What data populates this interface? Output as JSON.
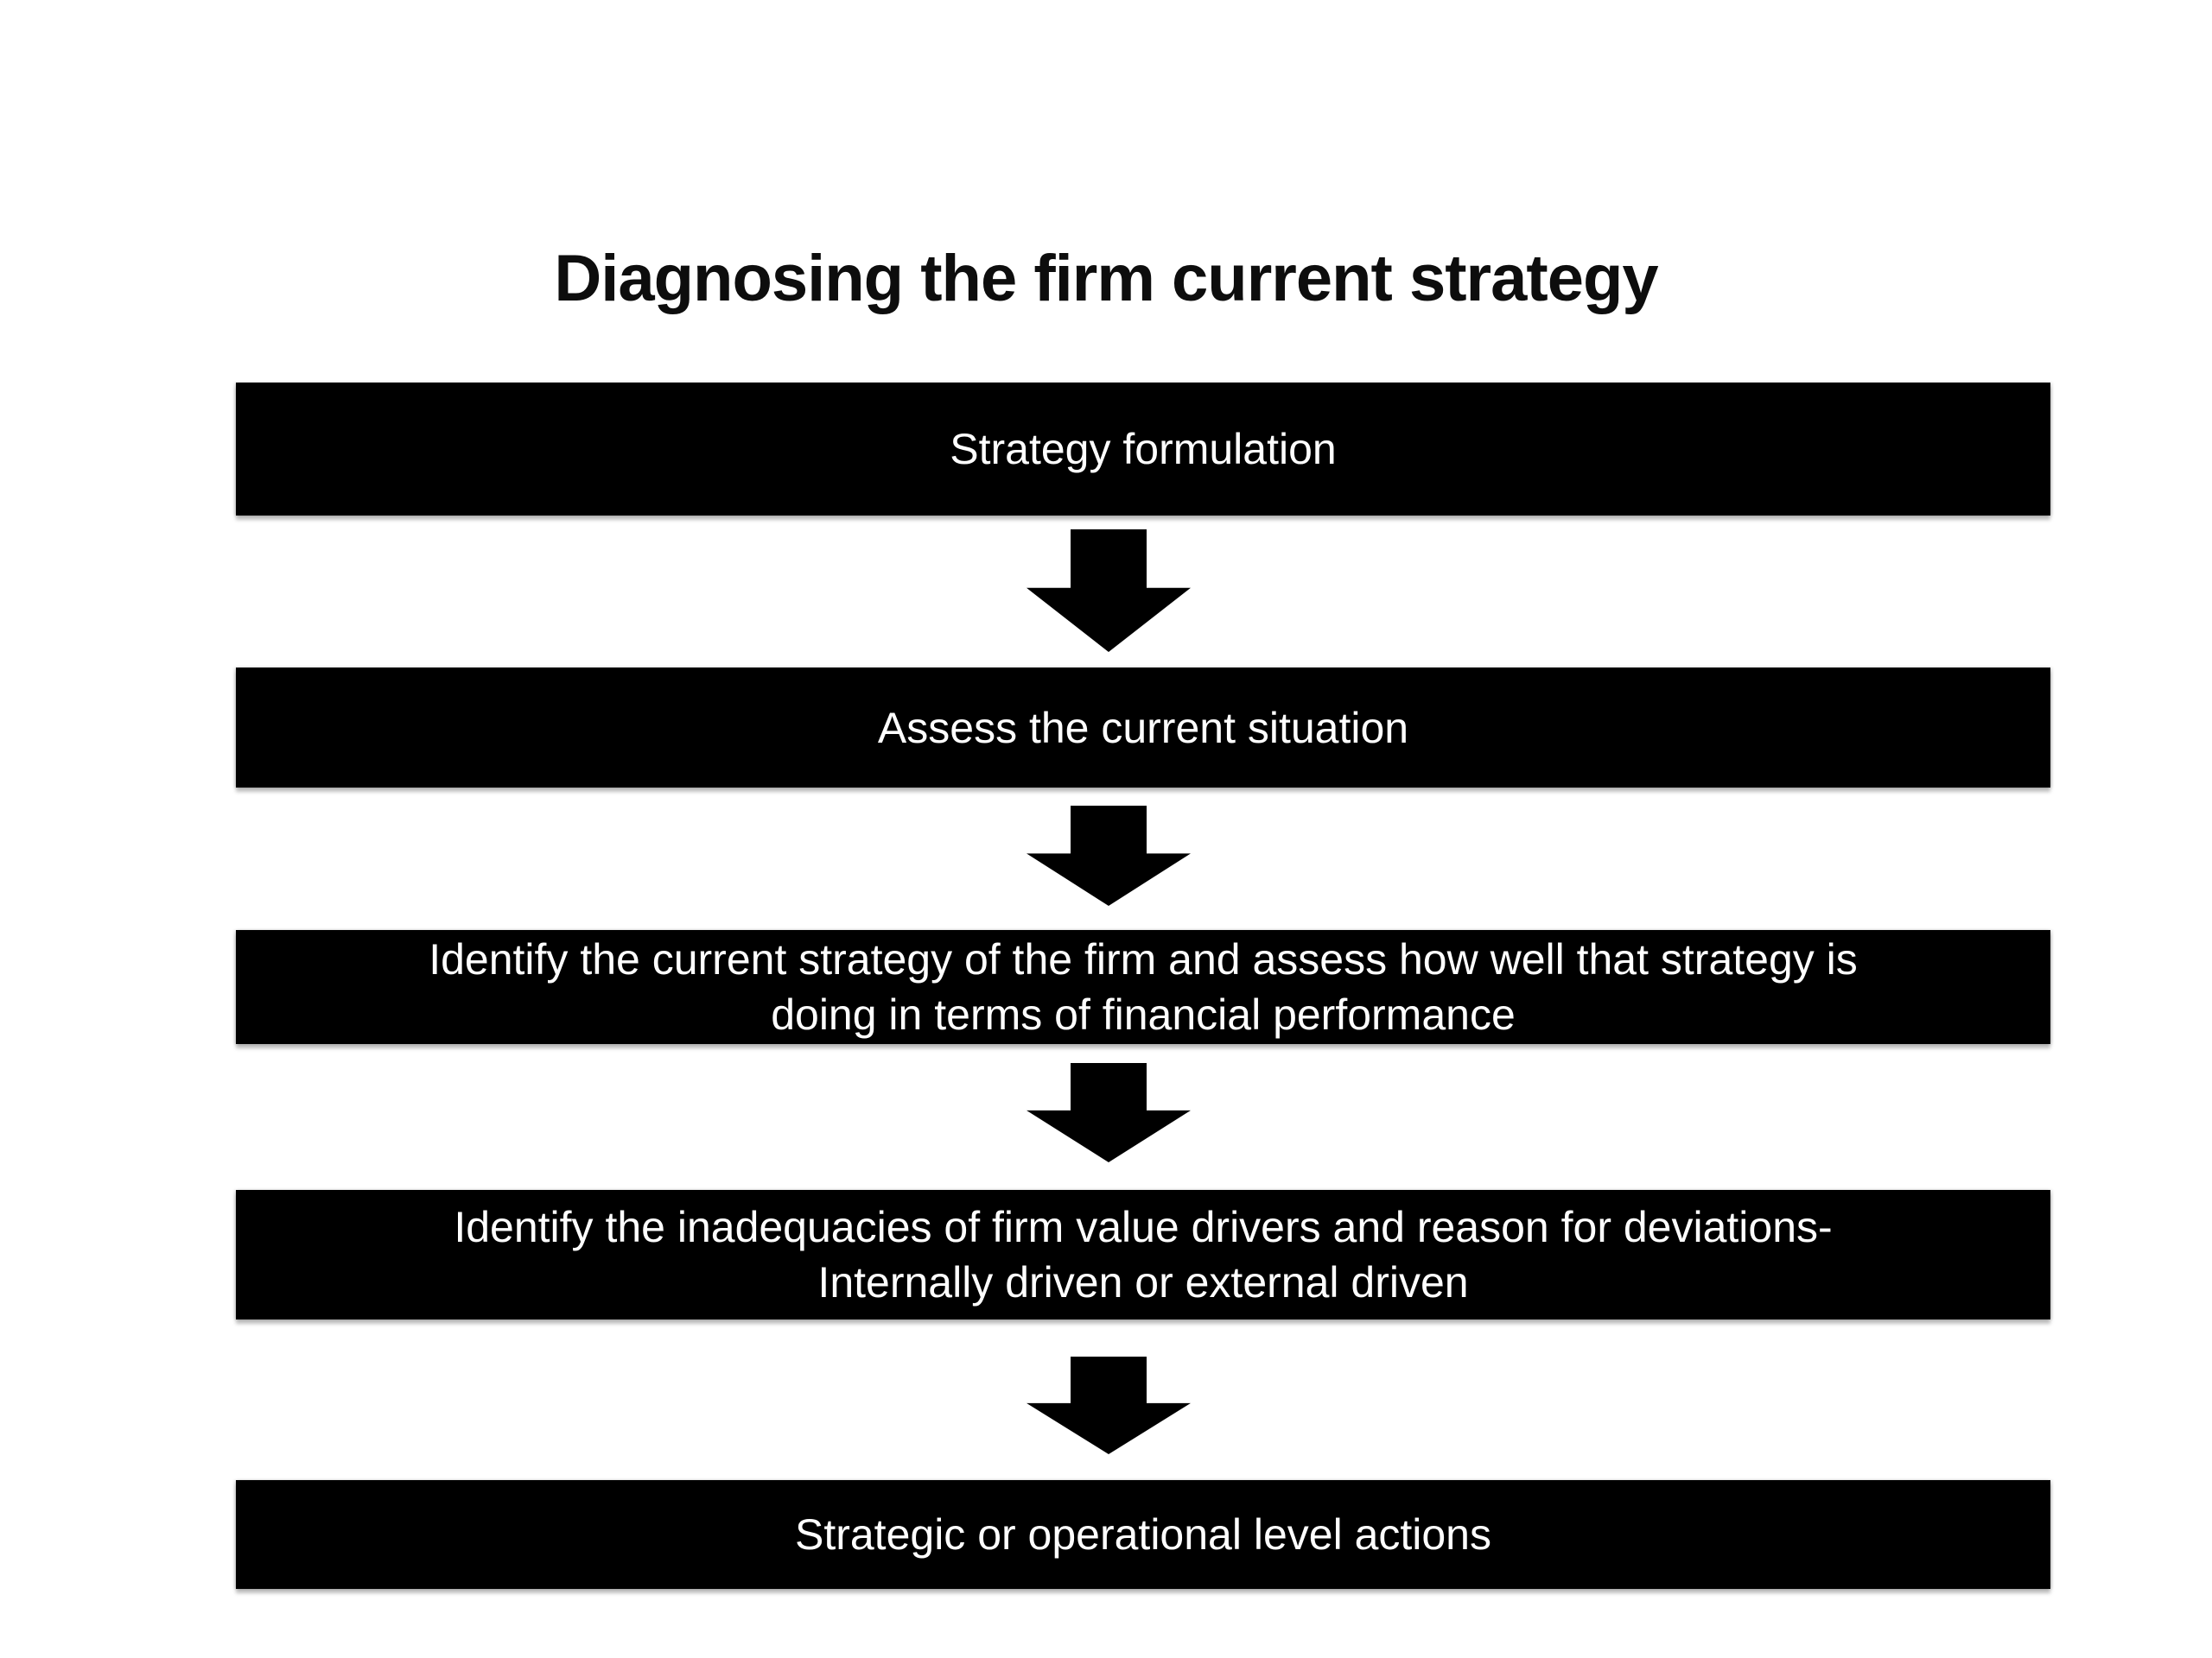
{
  "slide": {
    "title": "Diagnosing the firm current strategy",
    "steps": [
      {
        "label": "Strategy formulation"
      },
      {
        "label": "Assess the current situation"
      },
      {
        "label": "Identify the current strategy of the firm and assess how well that strategy is\ndoing in terms of financial performance"
      },
      {
        "label": "Identify the inadequacies of firm value drivers and reason for deviations-\nInternally driven or external driven"
      },
      {
        "label": "Strategic or operational level actions"
      }
    ],
    "icons": [
      {
        "name": "down-arrow-icon",
        "glyph": "block arrow pointing down"
      }
    ],
    "colors": {
      "background": "#ffffff",
      "bar_background": "#000000",
      "bar_text": "#ffffff",
      "arrow": "#000000",
      "title_text": "#0d0d0d"
    }
  }
}
